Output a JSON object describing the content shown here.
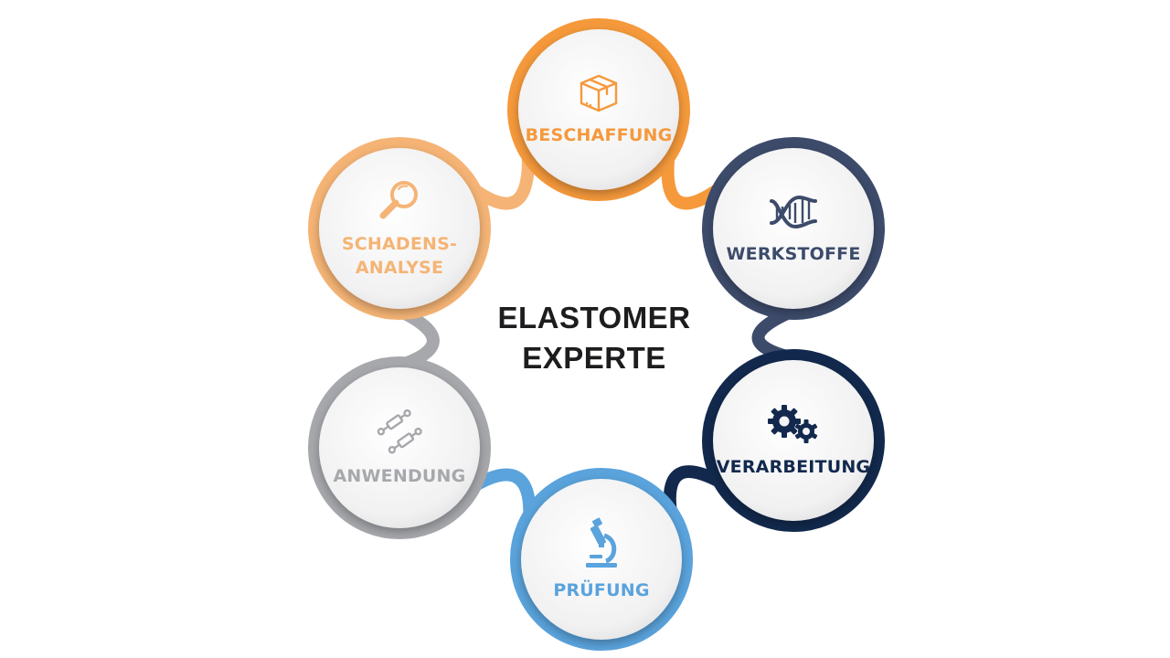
{
  "center": {
    "line1": "ELASTOMER",
    "line2": "EXPERTE"
  },
  "nodes": [
    {
      "id": "beschaffung",
      "label_lines": [
        "BESCHAFFUNG"
      ],
      "color": "#f5993b",
      "icon": "box-icon"
    },
    {
      "id": "werkstoffe",
      "label_lines": [
        "WERKSTOFFE"
      ],
      "color": "#3d4b6b",
      "icon": "dna-icon"
    },
    {
      "id": "verarbeitung",
      "label_lines": [
        "VERARBEITUNG"
      ],
      "color": "#12294d",
      "icon": "gears-icon"
    },
    {
      "id": "pruefung",
      "label_lines": [
        "PRÜFUNG"
      ],
      "color": "#5aa3dc",
      "icon": "microscope-icon"
    },
    {
      "id": "anwendung",
      "label_lines": [
        "ANWENDUNG"
      ],
      "color": "#a6a8ac",
      "icon": "hydraulic-cylinder-icon"
    },
    {
      "id": "schadensanalyse",
      "label_lines": [
        "SCHADENS-",
        "ANALYSE"
      ],
      "color": "#f5b475",
      "icon": "magnifier-icon"
    }
  ],
  "colors": {
    "center_text": "#1d1d1f",
    "disc_fill": "#f1f1f2",
    "background": "#ffffff"
  }
}
